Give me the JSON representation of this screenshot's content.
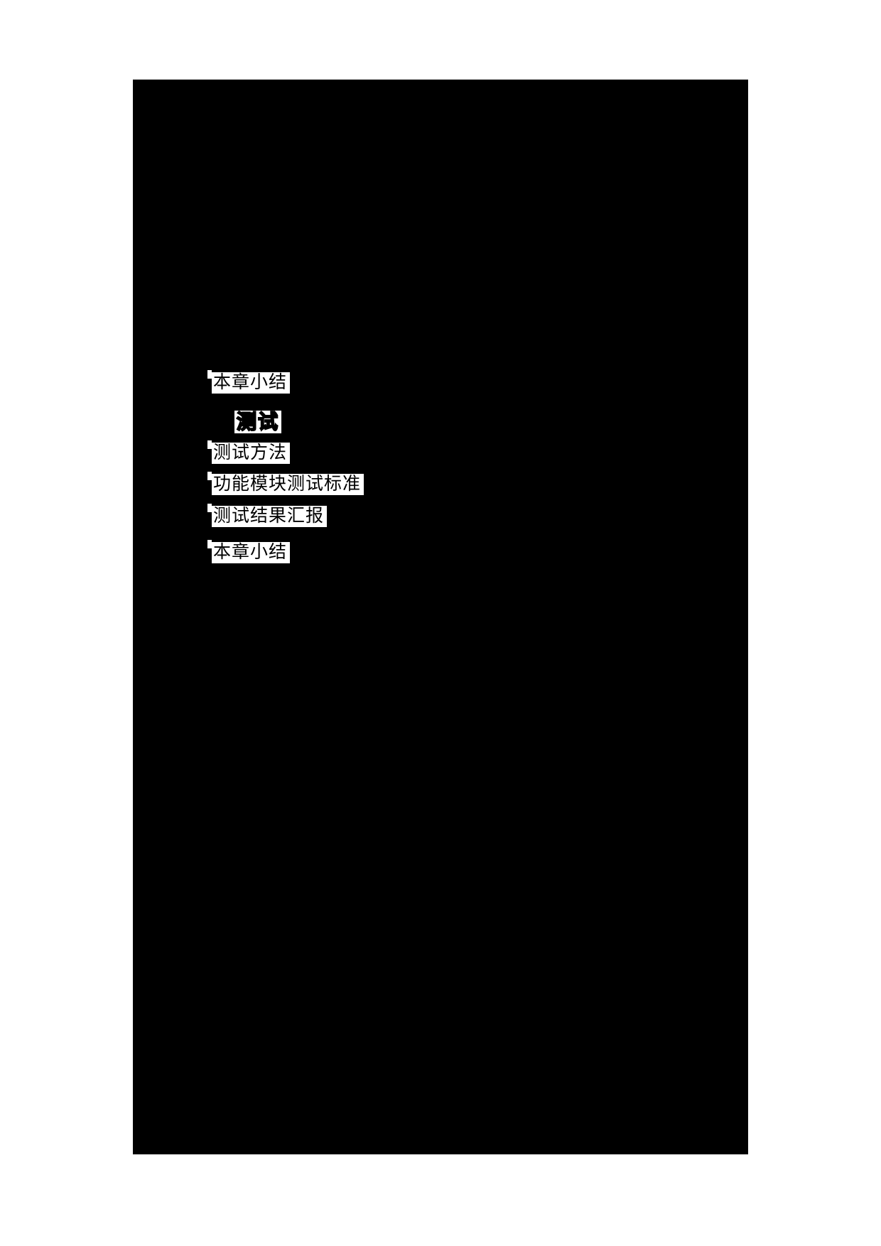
{
  "page": {
    "background_color": "#ffffff",
    "redacted_area_color": "#000000",
    "highlight_color": "#ffffff",
    "text_color": "#000000"
  },
  "highlighted_runs": [
    {
      "text": "本章小结",
      "style": "toc-item"
    },
    {
      "text": "测试",
      "style": "chapter-heading"
    },
    {
      "text": "测试方法",
      "style": "toc-item"
    },
    {
      "text": "功能模块测试标准",
      "style": "toc-item"
    },
    {
      "text": "测试结果汇报",
      "style": "toc-item"
    },
    {
      "text": "本章小结",
      "style": "toc-item"
    }
  ]
}
